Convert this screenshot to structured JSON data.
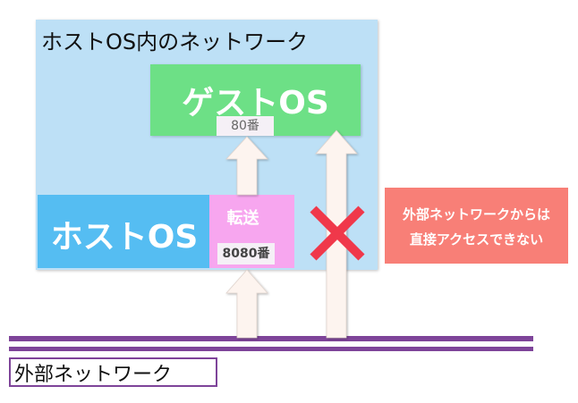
{
  "host_network": {
    "title": "ホストOS内のネットワーク"
  },
  "guest_os": {
    "label": "ゲストOS",
    "port": "80番"
  },
  "host_os": {
    "label": "ホストOS",
    "forward_label": "転送",
    "port": "8080番"
  },
  "note": {
    "line1": "外部ネットワークからは",
    "line2": "直接アクセスできない"
  },
  "external_network": {
    "label": "外部ネットワーク"
  },
  "colors": {
    "host_network_bg": "#bde0f6",
    "guest_os_bg": "#6de086",
    "host_os_bg": "#55bdf2",
    "forward_bg": "#f7a6ef",
    "note_bg": "#f87f77",
    "network_line": "#7e4499",
    "block_mark": "#f0384a"
  }
}
